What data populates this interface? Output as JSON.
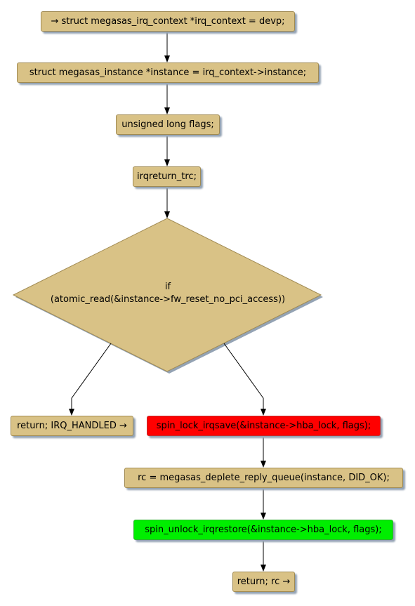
{
  "nodes": {
    "n1": "→ struct megasas_irq_context *irq_context = devp;",
    "n2": "struct megasas_instance *instance = irq_context->instance;",
    "n3": "unsigned long flags;",
    "n4": "irqreturn_trc;",
    "decision_line1": "if",
    "decision_line2": "(atomic_read(&instance->fw_reset_no_pci_access))",
    "left_return": "return; IRQ_HANDLED →",
    "lock": "spin_lock_irqsave(&instance->hba_lock, flags);",
    "deplete": "rc =  megasas_deplete_reply_queue(instance, DID_OK);",
    "unlock": "spin_unlock_irqrestore(&instance->hba_lock, flags);",
    "final_return": "return; rc →"
  },
  "colors": {
    "node_fill": "#d9c286",
    "lock_fill": "#ff0000",
    "unlock_fill": "#00ee00",
    "edge": "#000000"
  }
}
